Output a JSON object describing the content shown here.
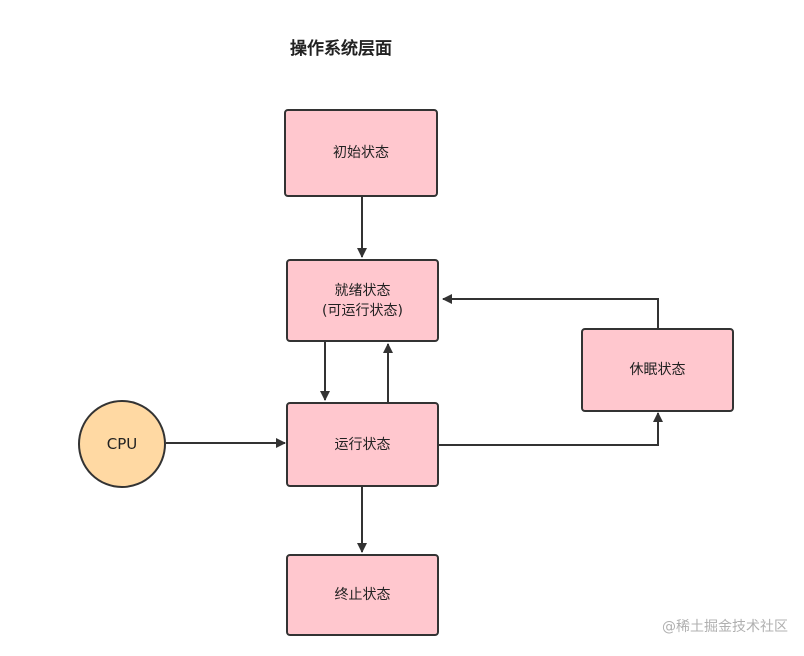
{
  "title": "操作系统层面",
  "nodes": {
    "initial": "初始状态",
    "ready_line1": "就绪状态",
    "ready_line2": "(可运行状态)",
    "running": "运行状态",
    "sleep": "休眠状态",
    "terminated": "终止状态",
    "cpu": "CPU"
  },
  "edges": [
    {
      "from": "初始状态",
      "to": "就绪状态"
    },
    {
      "from": "就绪状态",
      "to": "运行状态"
    },
    {
      "from": "运行状态",
      "to": "就绪状态"
    },
    {
      "from": "CPU",
      "to": "运行状态"
    },
    {
      "from": "运行状态",
      "to": "休眠状态"
    },
    {
      "from": "休眠状态",
      "to": "就绪状态"
    },
    {
      "from": "运行状态",
      "to": "终止状态"
    }
  ],
  "colors": {
    "state_fill": "#ffc7ce",
    "cpu_fill": "#ffd9a3",
    "stroke": "#333333"
  },
  "watermark": "@稀土掘金技术社区"
}
